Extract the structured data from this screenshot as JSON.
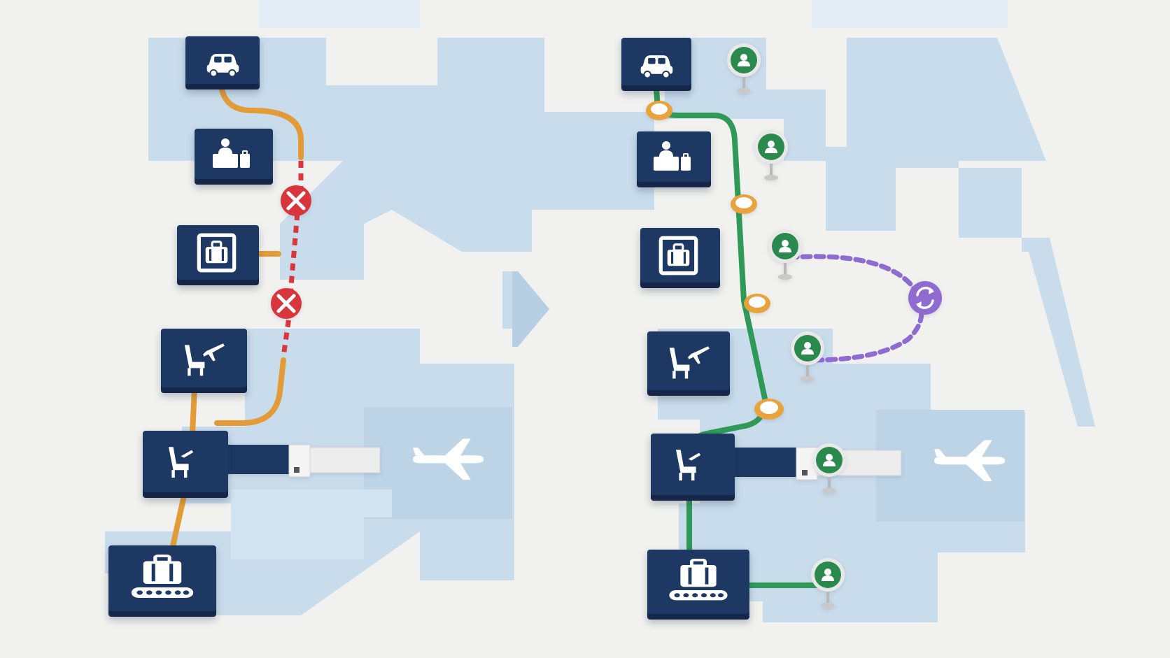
{
  "diagram": {
    "before": {
      "stations": [
        {
          "icon": "car-icon"
        },
        {
          "icon": "check-in-desk-icon"
        },
        {
          "icon": "security-scanner-icon"
        },
        {
          "icon": "departure-lounge-icon"
        },
        {
          "icon": "gate-seat-icon"
        },
        {
          "icon": "baggage-claim-icon"
        }
      ],
      "blocked_points": 2,
      "blocked_icon": "x-icon"
    },
    "after": {
      "stations": [
        {
          "icon": "car-icon"
        },
        {
          "icon": "check-in-desk-icon"
        },
        {
          "icon": "security-scanner-icon"
        },
        {
          "icon": "departure-lounge-icon"
        },
        {
          "icon": "gate-seat-icon"
        },
        {
          "icon": "baggage-claim-icon"
        }
      ],
      "staff_markers": 6,
      "staff_icon": "person-icon",
      "path_nodes": 4,
      "loop_icon": "refresh-icon"
    },
    "transition_icon": "arrow-right-icon",
    "aircraft_icon": "airplane-icon",
    "colors": {
      "floor": "#c9dcec",
      "floor_dark": "#bdd3e6",
      "station": "#1f3864",
      "station_side": "#142748",
      "route_old": "#e39b37",
      "blocked": "#d9363e",
      "route_new": "#2f9a57",
      "staff_marker": "#2b8a4d",
      "path_node": "#e8a33d",
      "loop": "#8e6bd1",
      "jet_bridge": "#ededed"
    }
  }
}
